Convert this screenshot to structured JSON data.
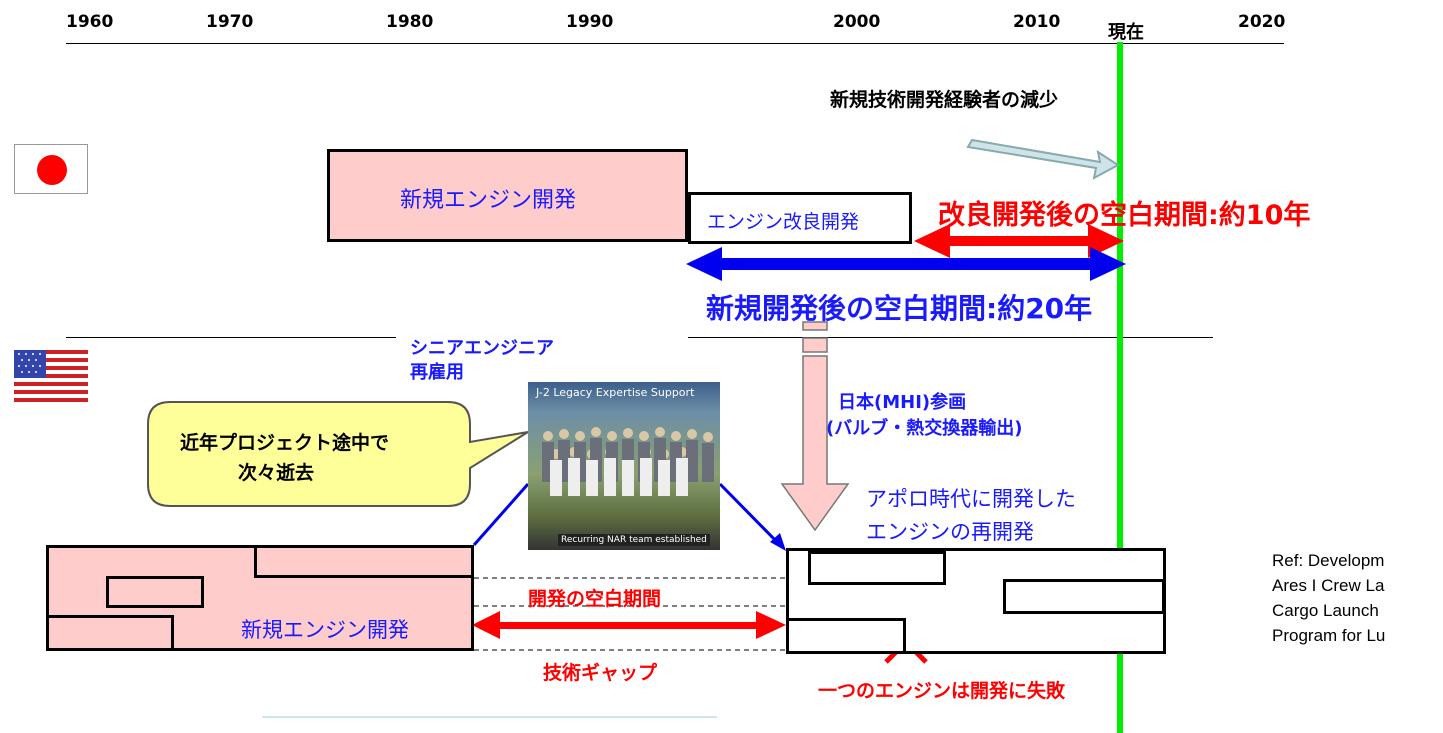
{
  "timeline": {
    "years": [
      "1960",
      "1970",
      "1980",
      "1990",
      "2000",
      "2010",
      "2020"
    ],
    "now_label": "現在"
  },
  "japan": {
    "new_dev_label": "新規エンジン開発",
    "improve_label": "エンジン改良開発",
    "decline_label": "新規技術開発経験者の減少",
    "gap10_label": "改良開発後の空白期間:約10年",
    "gap20_label": "新規開発後の空白期間:約20年"
  },
  "usa": {
    "senior_label_1": "シニアエンジニア",
    "senior_label_2": "再雇用",
    "callout_1": "近年プロジェクト途中で",
    "callout_2": "次々逝去",
    "photo_title": "J-2 Legacy Expertise Support",
    "photo_caption": "Recurring NAR team established",
    "japan_join_1": "日本(MHI)参画",
    "japan_join_2": "(バルブ・熱交換器輸出)",
    "apollo_1": "アポロ時代に開発した",
    "apollo_2": "エンジンの再開発",
    "new_dev_label": "新規エンジン開発",
    "gap_label": "開発の空白期間",
    "tech_gap_label": "技術ギャップ",
    "fail_label": "一つのエンジンは開発に失敗"
  },
  "ref": {
    "line1": "Ref: Developm",
    "line2": "Ares I Crew La",
    "line3": "Cargo Launch",
    "line4": "Program for Lu"
  },
  "colors": {
    "now_line": "#00ee00",
    "pink_fill": "#ffcccc",
    "arrow_red": "#ff0000",
    "arrow_blue": "#0000ee",
    "callout_fill": "#ffff99"
  }
}
